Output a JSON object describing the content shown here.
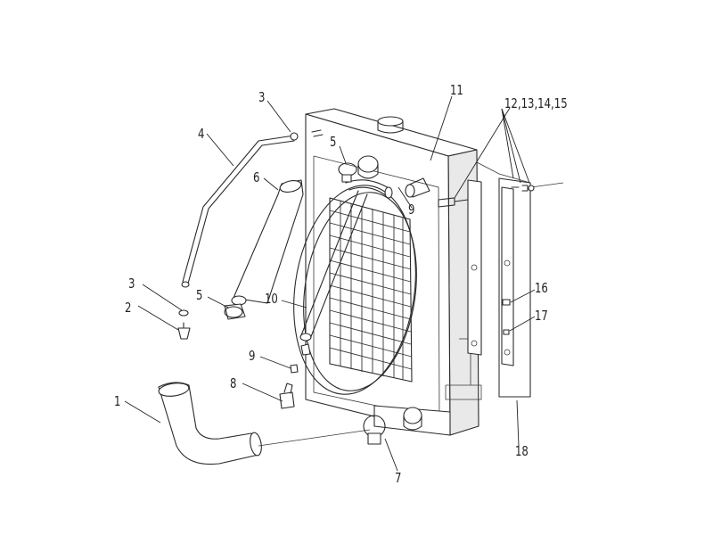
{
  "callouts": {
    "c1": "1",
    "c2": "2",
    "c3a": "3",
    "c3b": "3",
    "c4": "4",
    "c5a": "5",
    "c5b": "5",
    "c6": "6",
    "c7": "7",
    "c8": "8",
    "c9a": "9",
    "c9b": "9",
    "c10": "10",
    "c11": "11",
    "c12_15": "12,13,14,15",
    "c16": "16",
    "c17": "17",
    "c18": "18"
  }
}
